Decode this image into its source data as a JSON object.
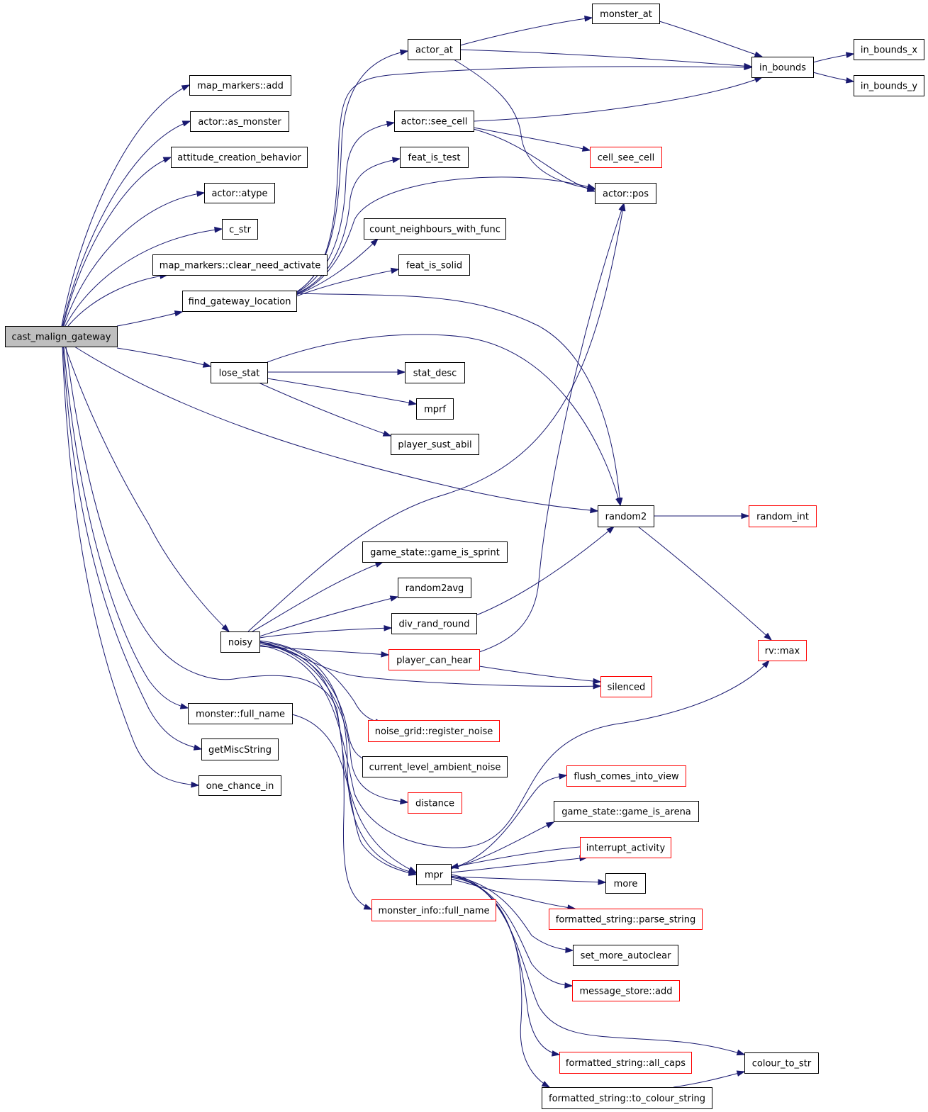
{
  "colors": {
    "edge": "#191970",
    "normal_border": "#000000",
    "truncated_border": "#ff0000",
    "root_fill": "#bfbfbf",
    "node_fill": "#ffffff"
  },
  "nodes": [
    {
      "id": "cast_malign_gateway",
      "label": "cast_malign_gateway",
      "kind": "root"
    },
    {
      "id": "map_markers_add",
      "label": "map_markers::add",
      "kind": "normal"
    },
    {
      "id": "actor_as_monster",
      "label": "actor::as_monster",
      "kind": "normal"
    },
    {
      "id": "attitude_creation_behavior",
      "label": "attitude_creation_behavior",
      "kind": "normal"
    },
    {
      "id": "actor_atype",
      "label": "actor::atype",
      "kind": "normal"
    },
    {
      "id": "c_str",
      "label": "c_str",
      "kind": "normal"
    },
    {
      "id": "map_markers_clear_need_activate",
      "label": "map_markers::clear_need_activate",
      "kind": "normal"
    },
    {
      "id": "find_gateway_location",
      "label": "find_gateway_location",
      "kind": "normal"
    },
    {
      "id": "lose_stat",
      "label": "lose_stat",
      "kind": "normal"
    },
    {
      "id": "noisy",
      "label": "noisy",
      "kind": "normal"
    },
    {
      "id": "monster_full_name",
      "label": "monster::full_name",
      "kind": "normal"
    },
    {
      "id": "getMiscString",
      "label": "getMiscString",
      "kind": "normal"
    },
    {
      "id": "one_chance_in",
      "label": "one_chance_in",
      "kind": "normal"
    },
    {
      "id": "actor_at",
      "label": "actor_at",
      "kind": "normal"
    },
    {
      "id": "actor_see_cell",
      "label": "actor::see_cell",
      "kind": "normal"
    },
    {
      "id": "feat_is_test",
      "label": "feat_is_test",
      "kind": "normal"
    },
    {
      "id": "count_neighbours_with_func",
      "label": "count_neighbours_with_func",
      "kind": "normal"
    },
    {
      "id": "feat_is_solid",
      "label": "feat_is_solid",
      "kind": "normal"
    },
    {
      "id": "stat_desc",
      "label": "stat_desc",
      "kind": "normal"
    },
    {
      "id": "mprf",
      "label": "mprf",
      "kind": "normal"
    },
    {
      "id": "player_sust_abil",
      "label": "player_sust_abil",
      "kind": "normal"
    },
    {
      "id": "game_is_sprint",
      "label": "game_state::game_is_sprint",
      "kind": "normal"
    },
    {
      "id": "random2avg",
      "label": "random2avg",
      "kind": "normal"
    },
    {
      "id": "div_rand_round",
      "label": "div_rand_round",
      "kind": "normal"
    },
    {
      "id": "player_can_hear",
      "label": "player_can_hear",
      "kind": "truncated"
    },
    {
      "id": "register_noise",
      "label": "noise_grid::register_noise",
      "kind": "truncated"
    },
    {
      "id": "current_level_ambient_noise",
      "label": "current_level_ambient_noise",
      "kind": "normal"
    },
    {
      "id": "distance",
      "label": "distance",
      "kind": "truncated"
    },
    {
      "id": "mpr",
      "label": "mpr",
      "kind": "normal"
    },
    {
      "id": "monster_info_full_name",
      "label": "monster_info::full_name",
      "kind": "truncated"
    },
    {
      "id": "monster_at",
      "label": "monster_at",
      "kind": "normal"
    },
    {
      "id": "in_bounds",
      "label": "in_bounds",
      "kind": "normal"
    },
    {
      "id": "in_bounds_x",
      "label": "in_bounds_x",
      "kind": "normal"
    },
    {
      "id": "in_bounds_y",
      "label": "in_bounds_y",
      "kind": "normal"
    },
    {
      "id": "cell_see_cell",
      "label": "cell_see_cell",
      "kind": "truncated"
    },
    {
      "id": "actor_pos",
      "label": "actor::pos",
      "kind": "normal"
    },
    {
      "id": "random2",
      "label": "random2",
      "kind": "normal"
    },
    {
      "id": "random_int",
      "label": "random_int",
      "kind": "truncated"
    },
    {
      "id": "rv_max",
      "label": "rv::max",
      "kind": "truncated"
    },
    {
      "id": "silenced",
      "label": "silenced",
      "kind": "truncated"
    },
    {
      "id": "flush_comes_into_view",
      "label": "flush_comes_into_view",
      "kind": "truncated"
    },
    {
      "id": "game_is_arena",
      "label": "game_state::game_is_arena",
      "kind": "normal"
    },
    {
      "id": "interrupt_activity",
      "label": "interrupt_activity",
      "kind": "truncated"
    },
    {
      "id": "more",
      "label": "more",
      "kind": "normal"
    },
    {
      "id": "parse_string",
      "label": "formatted_string::parse_string",
      "kind": "truncated"
    },
    {
      "id": "set_more_autoclear",
      "label": "set_more_autoclear",
      "kind": "normal"
    },
    {
      "id": "message_store_add",
      "label": "message_store::add",
      "kind": "truncated"
    },
    {
      "id": "all_caps",
      "label": "formatted_string::all_caps",
      "kind": "truncated"
    },
    {
      "id": "colour_to_str",
      "label": "colour_to_str",
      "kind": "normal"
    },
    {
      "id": "to_colour_string",
      "label": "formatted_string::to_colour_string",
      "kind": "normal"
    }
  ],
  "edges": [
    [
      "cast_malign_gateway",
      "map_markers_add"
    ],
    [
      "cast_malign_gateway",
      "actor_as_monster"
    ],
    [
      "cast_malign_gateway",
      "attitude_creation_behavior"
    ],
    [
      "cast_malign_gateway",
      "actor_atype"
    ],
    [
      "cast_malign_gateway",
      "c_str"
    ],
    [
      "cast_malign_gateway",
      "map_markers_clear_need_activate"
    ],
    [
      "cast_malign_gateway",
      "find_gateway_location"
    ],
    [
      "cast_malign_gateway",
      "lose_stat"
    ],
    [
      "cast_malign_gateway",
      "random2"
    ],
    [
      "cast_malign_gateway",
      "noisy"
    ],
    [
      "cast_malign_gateway",
      "monster_full_name"
    ],
    [
      "cast_malign_gateway",
      "getMiscString"
    ],
    [
      "cast_malign_gateway",
      "one_chance_in"
    ],
    [
      "cast_malign_gateway",
      "mpr"
    ],
    [
      "find_gateway_location",
      "actor_at"
    ],
    [
      "find_gateway_location",
      "in_bounds"
    ],
    [
      "find_gateway_location",
      "actor_see_cell"
    ],
    [
      "find_gateway_location",
      "feat_is_test"
    ],
    [
      "find_gateway_location",
      "actor_pos"
    ],
    [
      "find_gateway_location",
      "count_neighbours_with_func"
    ],
    [
      "find_gateway_location",
      "feat_is_solid"
    ],
    [
      "find_gateway_location",
      "random2"
    ],
    [
      "actor_at",
      "monster_at"
    ],
    [
      "actor_at",
      "in_bounds"
    ],
    [
      "actor_at",
      "actor_pos"
    ],
    [
      "monster_at",
      "in_bounds"
    ],
    [
      "in_bounds",
      "in_bounds_x"
    ],
    [
      "in_bounds",
      "in_bounds_y"
    ],
    [
      "actor_see_cell",
      "in_bounds"
    ],
    [
      "actor_see_cell",
      "cell_see_cell"
    ],
    [
      "actor_see_cell",
      "actor_pos"
    ],
    [
      "lose_stat",
      "random2"
    ],
    [
      "lose_stat",
      "stat_desc"
    ],
    [
      "lose_stat",
      "mprf"
    ],
    [
      "lose_stat",
      "player_sust_abil"
    ],
    [
      "random2",
      "random_int"
    ],
    [
      "random2",
      "rv_max"
    ],
    [
      "noisy",
      "actor_pos"
    ],
    [
      "noisy",
      "game_is_sprint"
    ],
    [
      "noisy",
      "random2avg"
    ],
    [
      "noisy",
      "div_rand_round"
    ],
    [
      "noisy",
      "player_can_hear"
    ],
    [
      "noisy",
      "silenced"
    ],
    [
      "noisy",
      "register_noise"
    ],
    [
      "noisy",
      "current_level_ambient_noise"
    ],
    [
      "noisy",
      "distance"
    ],
    [
      "noisy",
      "mpr"
    ],
    [
      "noisy",
      "monster_info_full_name"
    ],
    [
      "noisy",
      "rv_max"
    ],
    [
      "div_rand_round",
      "random2"
    ],
    [
      "player_can_hear",
      "actor_pos"
    ],
    [
      "player_can_hear",
      "silenced"
    ],
    [
      "monster_full_name",
      "mpr"
    ],
    [
      "mpr",
      "flush_comes_into_view"
    ],
    [
      "mpr",
      "game_is_arena"
    ],
    [
      "mpr",
      "interrupt_activity"
    ],
    [
      "mpr",
      "more"
    ],
    [
      "mpr",
      "parse_string"
    ],
    [
      "mpr",
      "set_more_autoclear"
    ],
    [
      "mpr",
      "message_store_add"
    ],
    [
      "mpr",
      "all_caps"
    ],
    [
      "mpr",
      "colour_to_str"
    ],
    [
      "mpr",
      "to_colour_string"
    ],
    [
      "interrupt_activity",
      "mpr"
    ],
    [
      "to_colour_string",
      "colour_to_str"
    ]
  ]
}
